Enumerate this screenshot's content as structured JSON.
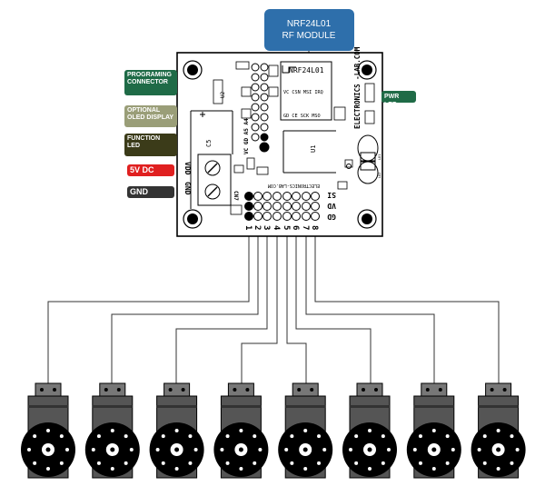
{
  "rf_module": {
    "line1": "NRF24L01",
    "line2": "RF MODULE"
  },
  "callouts": {
    "programming": "PROGRAMING CONNECTOR",
    "oled": "OPTIONAL OLED DISPLAY",
    "function_led": "FUNCTION LED",
    "power": "5V DC",
    "ground": "GND",
    "pwr_led": "PWR LED"
  },
  "board": {
    "nrf_header": "NRF24L01",
    "nrf_pins_top": "VC CSN MSI IRQ",
    "nrf_pins_bottom": "GD  CE  SCK MSO",
    "brand": "ELECTRONICS -LAB.COM",
    "brand_small": "ELECTRONICS-LAB.COM",
    "vdd": "VDD",
    "gnd": "GND",
    "cn7": "CN7",
    "c5": "C5",
    "u1": "U1",
    "u2": "U2",
    "side_header": "VC GD A5 A4",
    "row_labels": [
      "SI",
      "VD",
      "GD"
    ],
    "led_labels": [
      "LD1",
      "LD2"
    ],
    "servo_numbers": [
      "1",
      "2",
      "3",
      "4",
      "5",
      "6",
      "7",
      "8"
    ]
  },
  "colors": {
    "rf_module": "#2e6fab",
    "programming": "#1f6b47",
    "oled": "#9a9e78",
    "function_led": "#3b3b19",
    "power": "#e02020",
    "ground": "#333333",
    "pwr_led": "#1f6b47",
    "servo_body": "#555555",
    "servo_horn": "#000000"
  },
  "servo_count": 8
}
